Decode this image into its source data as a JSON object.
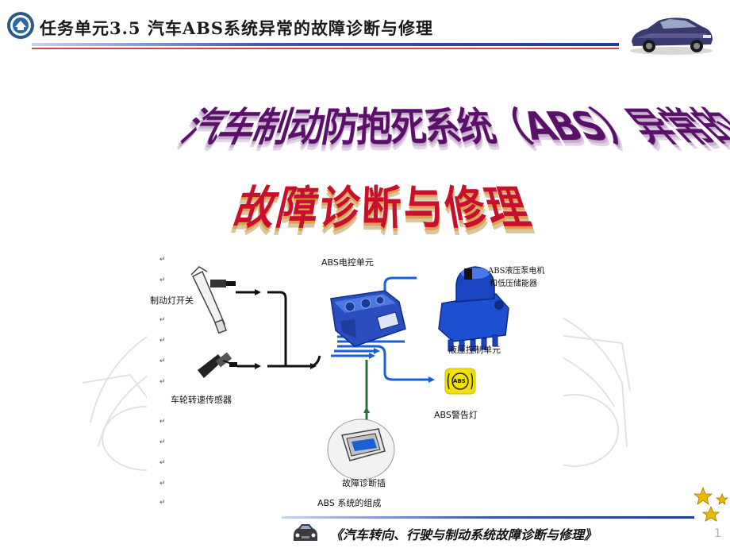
{
  "header": {
    "title": "任务单元3.5 汽车ABS系统异常的故障诊断与修理",
    "logo_icon": "school-emblem-icon",
    "car_image": "car-photo-icon"
  },
  "wordart": {
    "line1": "汽车制动防抱死系统（ABS）异常的",
    "line2": "故障诊断与修理"
  },
  "diagram": {
    "labels": {
      "brake_light_switch": "制动灯开关",
      "wheel_speed_sensor": "车轮转速传感器",
      "abs_ecu": "ABS电控单元",
      "pump_motor": "ABS液压泵电机",
      "low_pressure_accumulator": "和低压储能器",
      "hydraulic_unit": "液压控制单元",
      "warning_lamp": "ABS警告灯",
      "diagnostic_connector": "故障诊断插",
      "caption": "ABS  系统的组成"
    },
    "warning_lamp_text": "ABS",
    "paragraph_mark": "↵",
    "colors": {
      "line_blue": "#1a5fd6",
      "line_green": "#2f6f3a",
      "line_black": "#111111",
      "lamp_yellow": "#f3e200"
    }
  },
  "footer": {
    "title": "《汽车转向、行驶与制动系统故障诊断与修理》",
    "page_number": "1",
    "car_icon": "car-front-icon",
    "stars_icon": "stars-icon"
  }
}
